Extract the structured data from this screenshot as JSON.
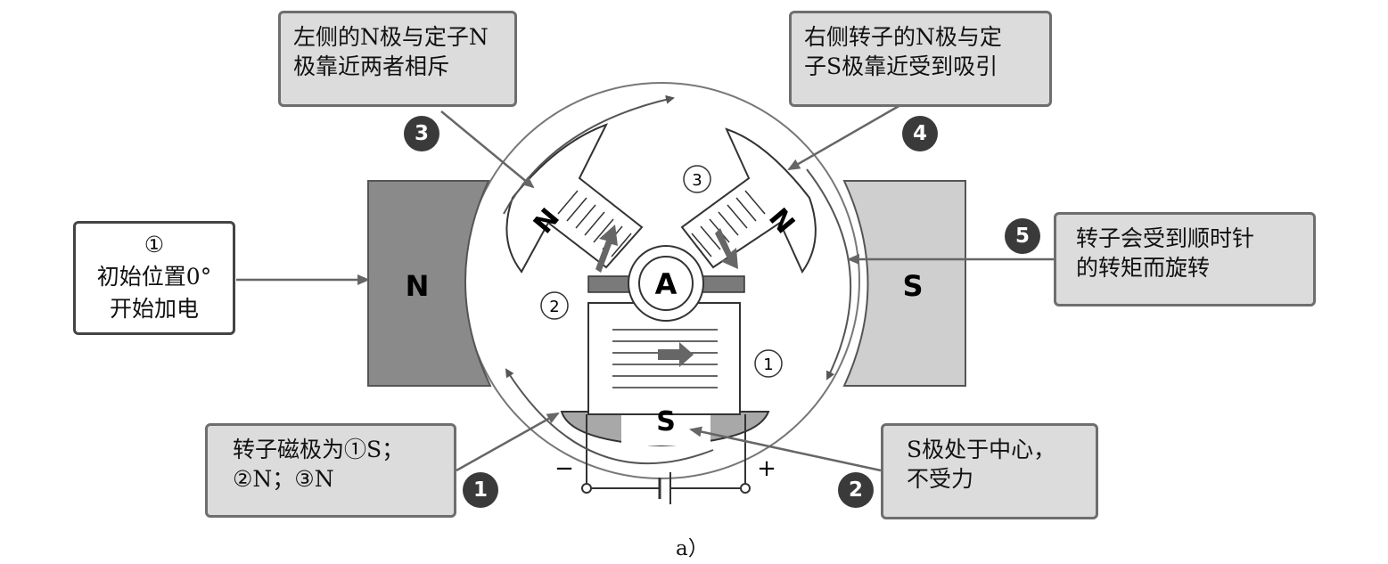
{
  "callouts": {
    "c3": [
      "左侧的N极与定子N",
      "极靠近两者相斥"
    ],
    "c4": [
      "右侧转子的N极与定",
      "子S极靠近受到吸引"
    ],
    "c_init": [
      "①",
      "初始位置0°",
      "开始加电"
    ],
    "c5": [
      "转子会受到顺时针",
      "的转矩而旋转"
    ],
    "c1": [
      "转子磁极为①S；",
      "②N；③N"
    ],
    "c2": [
      "S极处于中心，",
      "不受力"
    ]
  },
  "badges": {
    "b1": "1",
    "b2": "2",
    "b3": "3",
    "b4": "4",
    "b5": "5"
  },
  "magnets": {
    "left": "N",
    "right": "S"
  },
  "stator_poles": {
    "upper_left": "N",
    "upper_right": "N",
    "bottom": "S"
  },
  "rotor_label": "A",
  "winding_labels": {
    "w1": "①",
    "w2": "②",
    "w3": "③"
  },
  "terminals": {
    "minus": "−",
    "plus": "+"
  },
  "caption": "a）",
  "colors": {
    "dark_magnet": "#8a8a8a",
    "light_magnet": "#cfcfcf",
    "callout_fill": "#dcdcdc",
    "badge": "#3a3a3a",
    "arrow": "#555555"
  }
}
